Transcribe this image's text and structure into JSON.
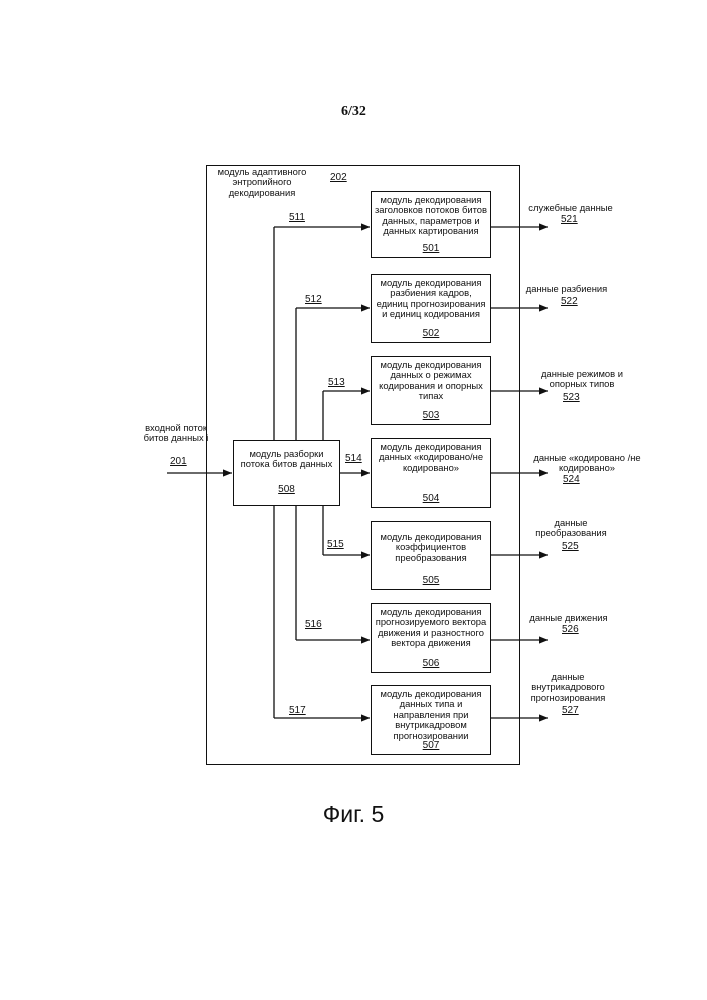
{
  "page_number": "6/32",
  "figure_caption": "Фиг. 5",
  "container": {
    "label": "модуль адаптивного энтропийного декодирования",
    "number": "202"
  },
  "input": {
    "label": "входной поток битов данных",
    "mark": "i",
    "number": "201"
  },
  "parser": {
    "label": "модуль разборки потока битов данных",
    "number": "508"
  },
  "modules": [
    {
      "label": "модуль декодирования заголовков потоков битов данных, параметров и данных картирования",
      "number": "501",
      "link": "511",
      "output_label": "служебные данные",
      "output_number": "521"
    },
    {
      "label": "модуль декодирования разбиения кадров, единиц прогнозирования и единиц кодирования",
      "number": "502",
      "link": "512",
      "output_label": "данные разбиения",
      "output_number": "522"
    },
    {
      "label": "модуль декодирования данных о режимах кодирования и опорных типах",
      "number": "503",
      "link": "513",
      "output_label": "данные режимов и опорных типов",
      "output_number": "523"
    },
    {
      "label": "модуль декодирования данных «кодировано/не кодировано»",
      "number": "504",
      "link": "514",
      "output_label": "данные «кодировано /не кодировано»",
      "output_number": "524"
    },
    {
      "label": "модуль декодирования коэффициентов преобразования",
      "number": "505",
      "link": "515",
      "output_label": "данные преобразования",
      "output_number": "525"
    },
    {
      "label": "модуль декодирования прогнозируемого вектора движения и разностного вектора движения",
      "number": "506",
      "link": "516",
      "output_label": "данные движения",
      "output_number": "526"
    },
    {
      "label": "модуль декодирования данных типа и направления при внутрикадровом прогнозировании",
      "number": "507",
      "link": "517",
      "output_label": "данные внутрикадрового прогнозирования",
      "output_number": "527"
    }
  ]
}
